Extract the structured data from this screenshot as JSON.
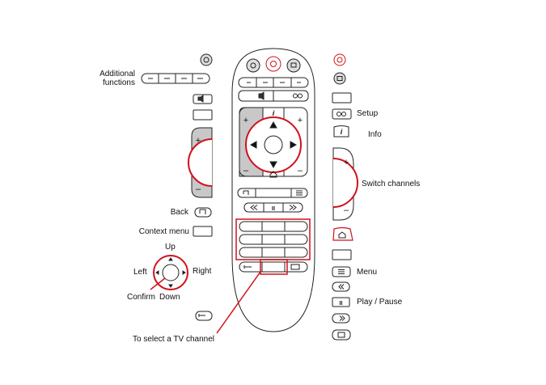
{
  "labels": {
    "additional_functions_1": "Additional",
    "additional_functions_2": "functions",
    "back": "Back",
    "context_menu": "Context menu",
    "up": "Up",
    "left": "Left",
    "right": "Right",
    "confirm": "Confirm",
    "down": "Down",
    "select_tv_channel": "To select a TV channel",
    "setup": "Setup",
    "info": "Info",
    "switch_channels": "Switch channels",
    "menu": "Menu",
    "play_pause": "Play / Pause"
  },
  "button_symbols": {
    "plus": "+",
    "minus": "–",
    "info": "i",
    "pause": "II"
  },
  "colors": {
    "highlight_red": "#d0111b",
    "outline": "#222222",
    "gray_fill": "#c8c8c8"
  },
  "icons": [
    "power-icon",
    "mute-icon",
    "setup-icon",
    "info-icon",
    "home-icon",
    "back-icon",
    "menu-icon",
    "rewind-icon",
    "forward-icon",
    "play-pause-icon",
    "teletext-icon"
  ]
}
